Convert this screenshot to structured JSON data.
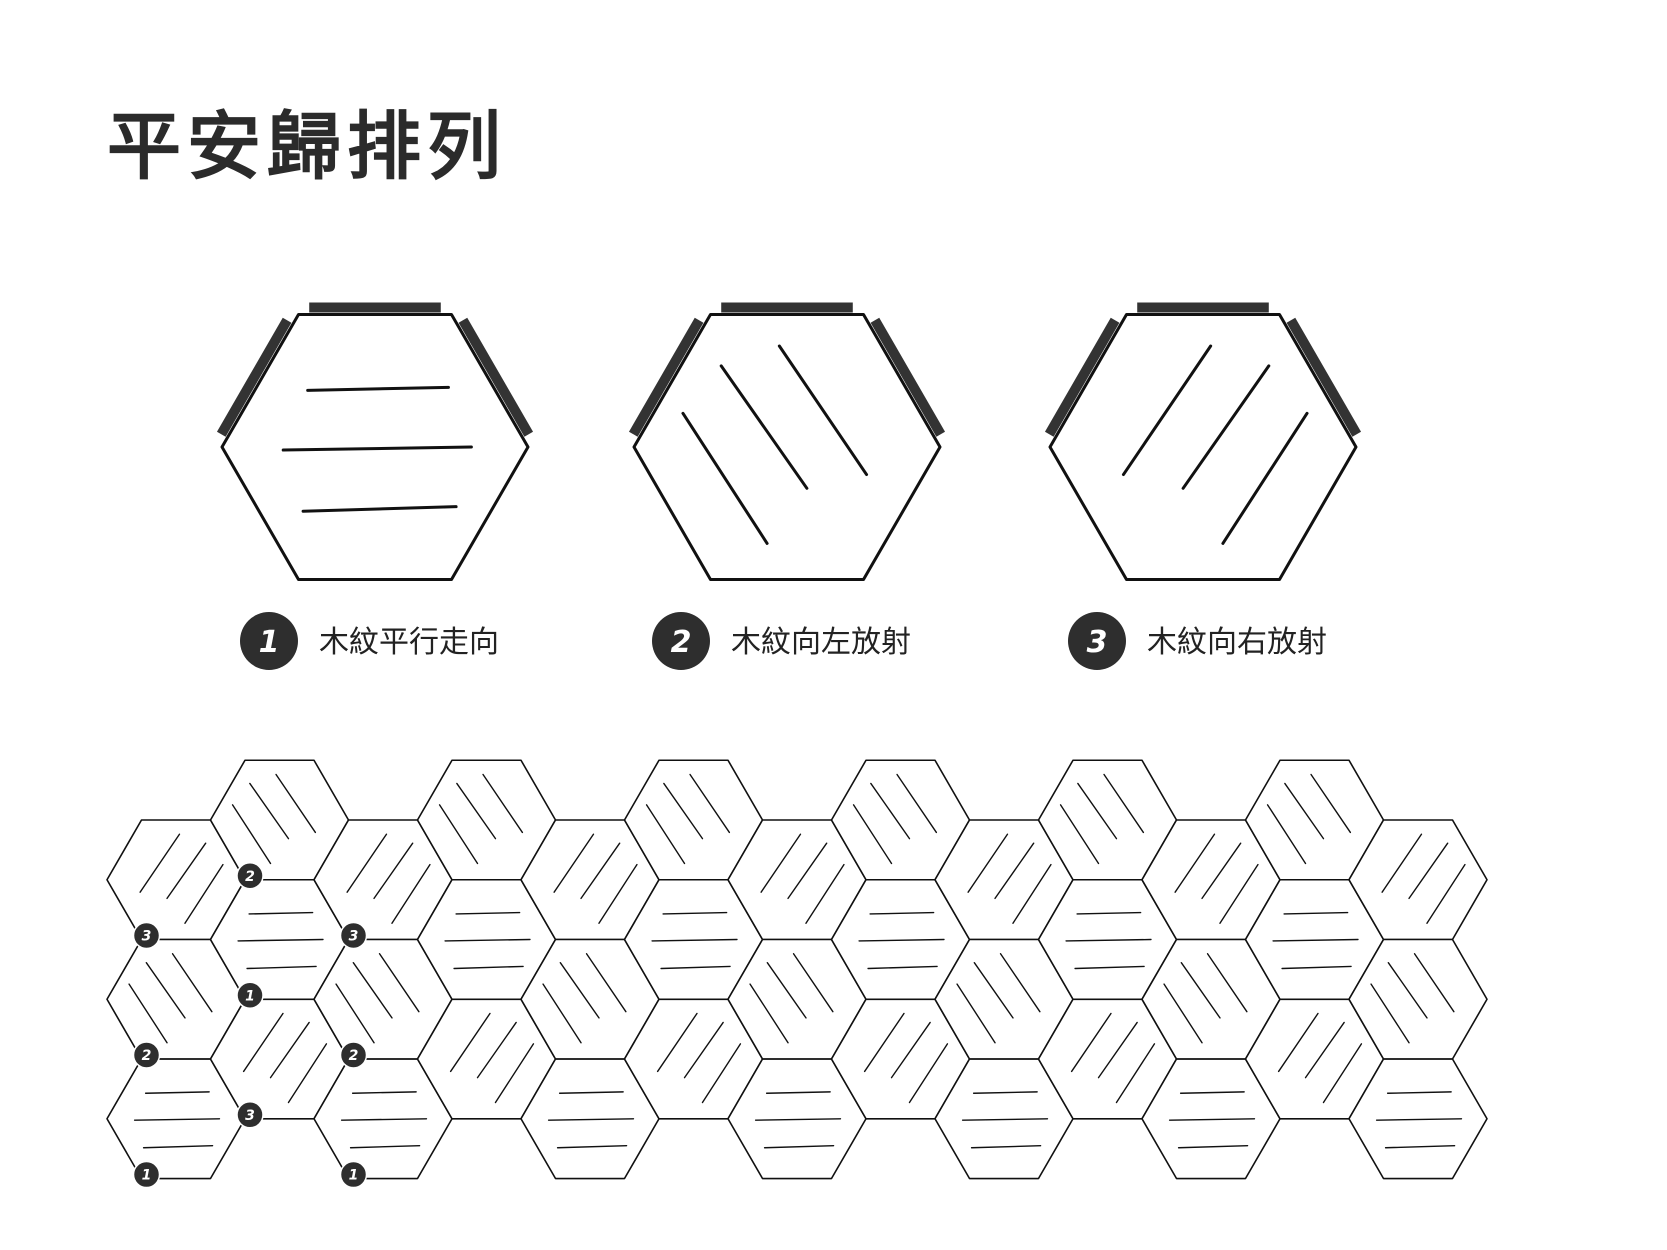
{
  "title": "平安歸排列",
  "colors": {
    "line": "#111111",
    "edge": "#333333",
    "badge": "#2e2e2e",
    "badge_text": "#ffffff"
  },
  "legend": [
    {
      "number": "1",
      "label": "木紋平行走向",
      "pattern": "horizontal"
    },
    {
      "number": "2",
      "label": "木紋向左放射",
      "pattern": "left"
    },
    {
      "number": "3",
      "label": "木紋向右放射",
      "pattern": "right"
    }
  ],
  "tiling": {
    "columns": 13,
    "patterns": {
      "even_columns": [
        "right",
        "left",
        "horizontal"
      ],
      "odd_columns": [
        "left",
        "horizontal",
        "right"
      ]
    },
    "markers": [
      {
        "col": 0,
        "row": 0,
        "label": "3"
      },
      {
        "col": 0,
        "row": 1,
        "label": "2"
      },
      {
        "col": 0,
        "row": 2,
        "label": "1"
      },
      {
        "col": 1,
        "row": 0,
        "label": "2"
      },
      {
        "col": 1,
        "row": 1,
        "label": "1"
      },
      {
        "col": 1,
        "row": 2,
        "label": "3"
      },
      {
        "col": 2,
        "row": 0,
        "label": "3"
      },
      {
        "col": 2,
        "row": 1,
        "label": "2"
      },
      {
        "col": 2,
        "row": 2,
        "label": "1"
      }
    ]
  }
}
